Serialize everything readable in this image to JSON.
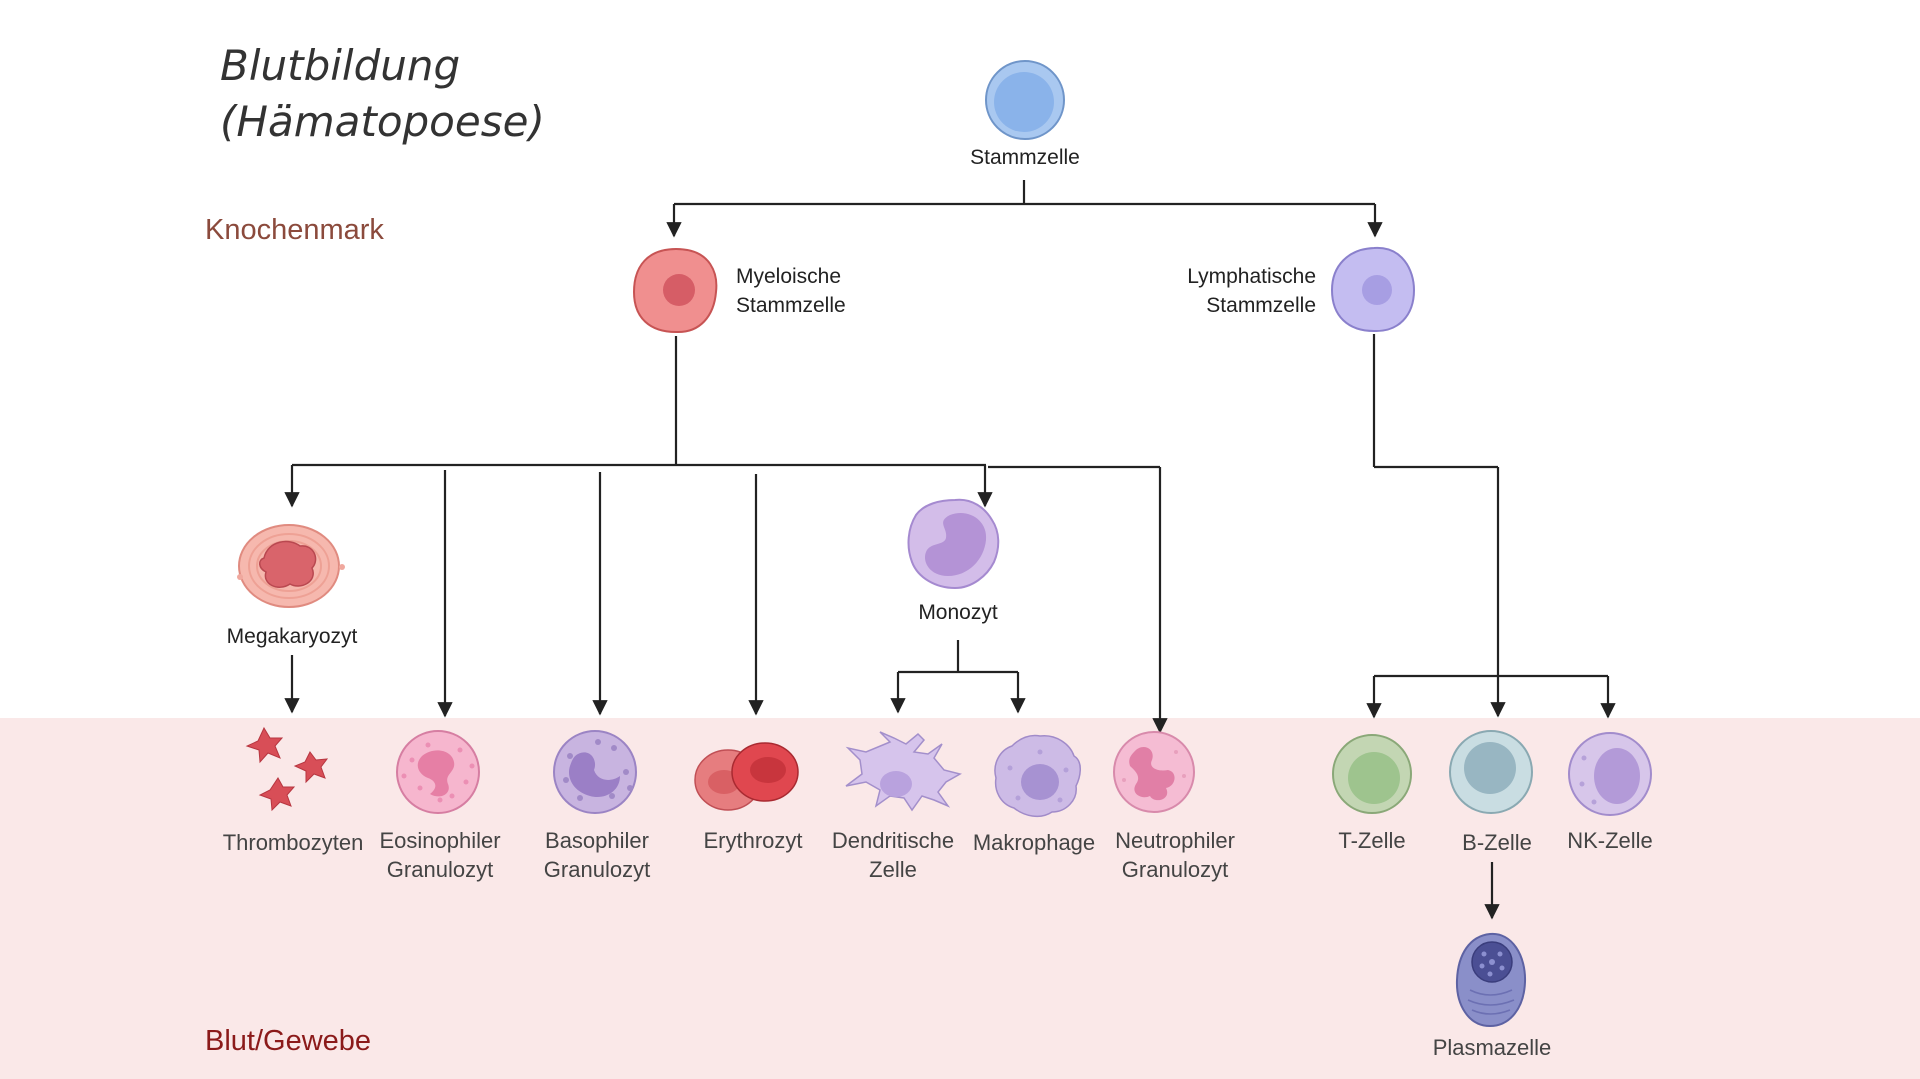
{
  "title_line1": "Blutbildung",
  "title_line2": "(Hämatopoese)",
  "zones": {
    "marrow": "Knochenmark",
    "blood": "Blut/Gewebe"
  },
  "colors": {
    "blood_zone": "#fae8e8",
    "marrow_label": "#8b4a3c",
    "blood_label": "#8b1a1a",
    "links": "#222222"
  },
  "cells": {
    "stammzelle": "Stammzelle",
    "myeloisch_1": "Myeloische",
    "myeloisch_2": "Stammzelle",
    "lymph_1": "Lymphatische",
    "lymph_2": "Stammzelle",
    "megakaryozyt": "Megakaryozyt",
    "monozyt": "Monozyt",
    "thrombozyten": "Thrombozyten",
    "eosinophil_1": "Eosinophiler",
    "eosinophil_2": "Granulozyt",
    "basophil_1": "Basophiler",
    "basophil_2": "Granulozyt",
    "erythrozyt": "Erythrozyt",
    "dendritisch_1": "Dendritische",
    "dendritisch_2": "Zelle",
    "makrophage": "Makrophage",
    "neutrophil_1": "Neutrophiler",
    "neutrophil_2": "Granulozyt",
    "t_zelle": "T-Zelle",
    "b_zelle": "B-Zelle",
    "nk_zelle": "NK-Zelle",
    "plasmazelle": "Plasmazelle"
  }
}
